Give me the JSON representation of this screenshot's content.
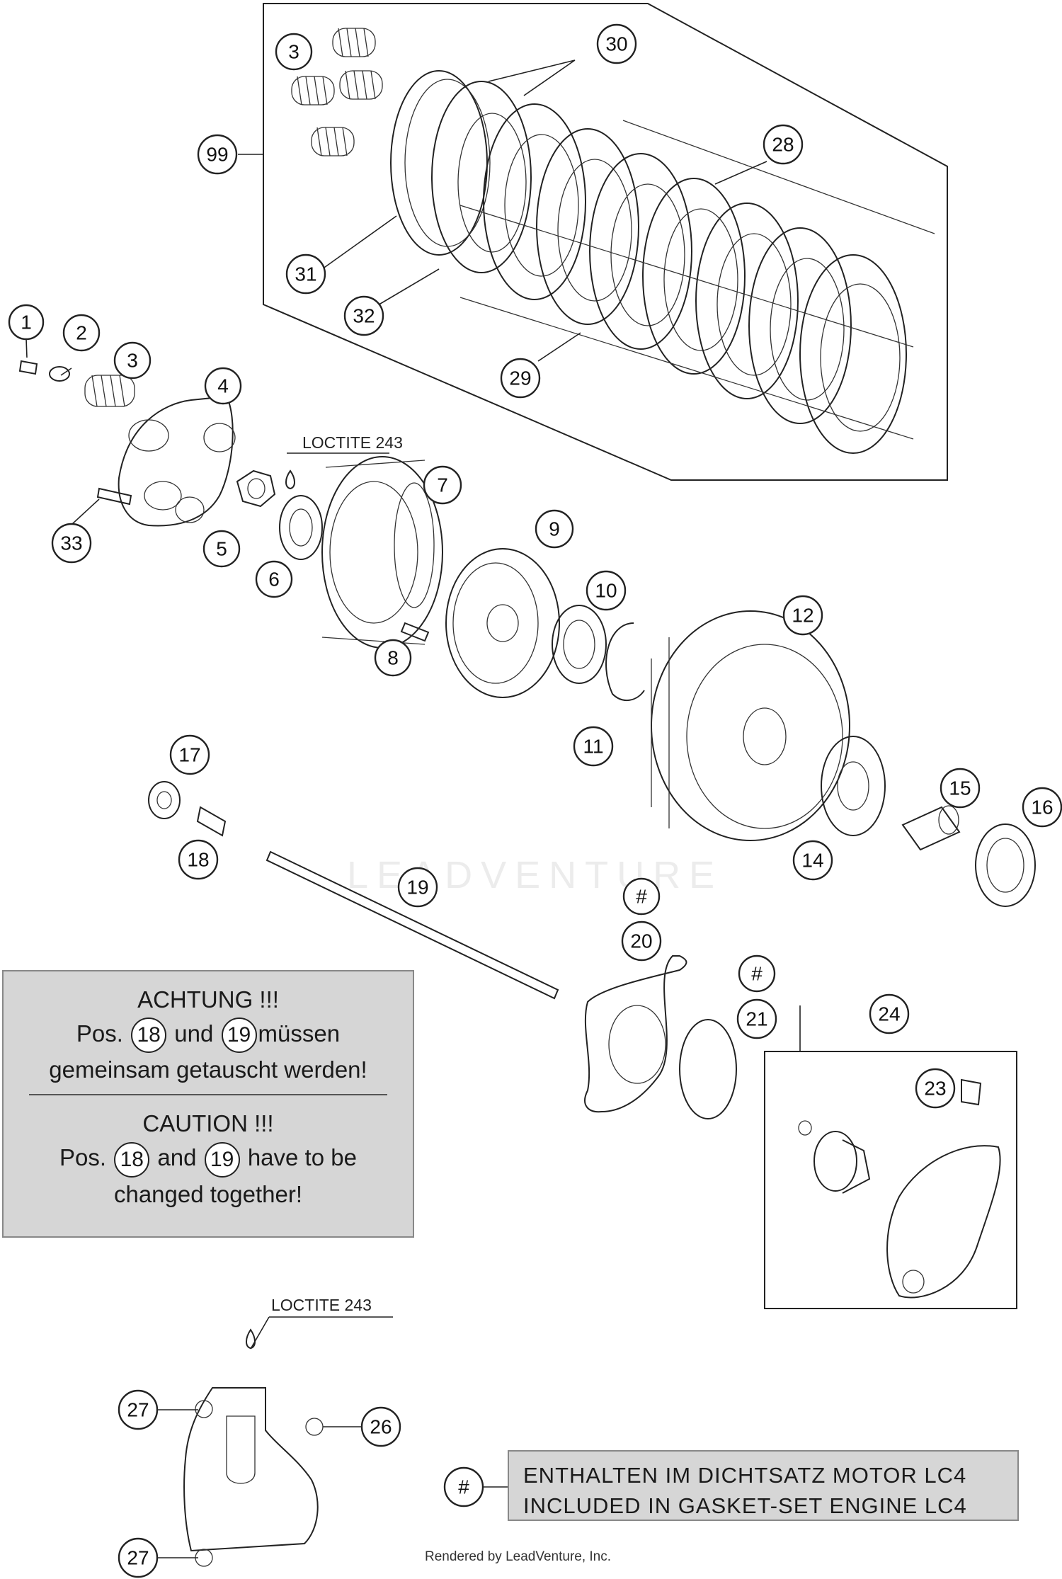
{
  "callouts": {
    "n1": "1",
    "n2": "2",
    "n3a": "3",
    "n3b": "3",
    "n4": "4",
    "n5": "5",
    "n6": "6",
    "n7": "7",
    "n8": "8",
    "n9": "9",
    "n10": "10",
    "n11": "11",
    "n12": "12",
    "n14": "14",
    "n15": "15",
    "n16": "16",
    "n17": "17",
    "n18": "18",
    "n19": "19",
    "n20": "20",
    "n21": "21",
    "n23": "23",
    "n24": "24",
    "n26": "26",
    "n27a": "27",
    "n27b": "27",
    "n28": "28",
    "n29": "29",
    "n30": "30",
    "n31": "31",
    "n32": "32",
    "n33": "33",
    "n99": "99",
    "hash20": "#",
    "hash21": "#",
    "hash_legend": "#"
  },
  "labels": {
    "loctite_top": "LOCTITE 243",
    "loctite_bottom": "LOCTITE 243"
  },
  "warning": {
    "de_title": "ACHTUNG !!!",
    "de_pos": "Pos.",
    "de_ref1": "18",
    "de_und": "und",
    "de_ref2": "19",
    "de_mussen": "müssen",
    "de_line3": "gemeinsam getauscht werden!",
    "en_title": "CAUTION !!!",
    "en_pos": "Pos.",
    "en_ref1": "18",
    "en_and": "and",
    "en_ref2": "19",
    "en_have": "have to be",
    "en_line3": "changed together!"
  },
  "gasket_note": {
    "line1": "ENTHALTEN IM DICHTSATZ MOTOR LC4",
    "line2": "INCLUDED IN GASKET-SET ENGINE LC4"
  },
  "watermark": "LEADVENTURE",
  "footer": "Rendered by LeadVenture, Inc."
}
